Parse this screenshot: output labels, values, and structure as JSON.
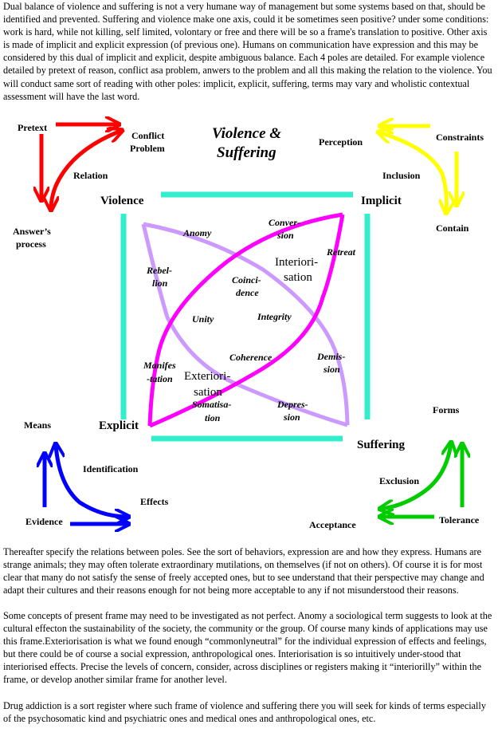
{
  "text": {
    "intro": "Dual balance of violence and suffering is not a very humane way of management but some systems based on that, should be identified and prevented. Suffering and violence make one axis, could it be sometimes seen positive? under some conditions: work is hard, while not killing, self limited, volontary or free and there will be so a frame's translation to positive. Other axis is made of implicit and explicit expression (of previous one). Humans on communication have expression and this may be considered by this dual of implicit and explicit, despite ambiguous balance. Each 4 poles are detailed. For example violence detailed by pretext of reason, conflict asa problem, anwers to the problem and all this making the relation to the violence. You will conduct same sort of reading with other poles: implicit, explicit, suffering, terms may vary and wholistic contextual assessment will have the last word.",
    "p2": "Thereafter specify the relations between poles. See the sort of behaviors, expression are and how they express. Humans are strange animals; they may often tolerate extraordinary mutilations, on themselves (if not on others). Of course it is for most clear that many do not satisfy the sense of freely accepted ones, but to see understand that their  perspective may change and adapt their cultures and their reasons enough for not being more acceptable to any if not misunderstood their reasons.",
    "p3": "Some concepts of present frame may need to be investigated as not perfect. Anomy a sociological term suggests to look at the cultural effecton the sustainability of the society, the community or the group. Of course many kinds of applications may use this frame.Exteriorisation is what we found enough “commonlyneutral” for the individual expression of effects and feelings, but there could be of course a social expression, anthropological ones. Interiorisation is so intuitively under-stood that interiorised effects. Precise the levels of concern, consider, across disciplines or registers making it “interiorilly” within the frame, or develop another similar frame for another level.",
    "p4": "Drug addiction is a sort register where such frame of violence and suffering there you will seek for kinds of terms especially of the psychosomatic kind and psychiatric ones and medical ones and anthropological ones, etc."
  },
  "diagram": {
    "title_line1": "Violence &",
    "title_line2": "Suffering",
    "poles": {
      "violence": "Violence",
      "implicit": "Implicit",
      "explicit": "Explicit",
      "suffering": "Suffering"
    },
    "violence_corner": {
      "pretext": "Pretext",
      "conflict_line1": "Conflict",
      "conflict_line2": "Problem",
      "relation": "Relation",
      "answer_line1": "Answer’s",
      "answer_line2": "process"
    },
    "implicit_corner": {
      "perception": "Perception",
      "constraints": "Constraints",
      "inclusion": "Inclusion",
      "contain": "Contain"
    },
    "explicit_corner": {
      "means": "Means",
      "identification": "Identification",
      "effects": "Effects",
      "evidence": "Evidence"
    },
    "suffering_corner": {
      "forms": "Forms",
      "exclusion": "Exclusion",
      "acceptance": "Acceptance",
      "tolerance": "Tolerance"
    },
    "inner": {
      "conversion_line1": "Conver-",
      "conversion_line2": "sion",
      "anomy": "Anomy",
      "interiorisation_line1": "Interiori-",
      "interiorisation_line2": "sation",
      "retreat": "Retreat",
      "rebellion_line1": "Rebel-",
      "rebellion_line2": "lion",
      "coincidence_line1": "Coinci-",
      "coincidence_line2": "dence",
      "unity": "Unity",
      "integrity": "Integrity",
      "coherence": "Coherence",
      "demission_line1": "Demis-",
      "demission_line2": "sion",
      "manifestation_line1": "Manifes",
      "manifestation_line2": "-tation",
      "exteriorisation_line1": "Exteriori-",
      "exteriorisation_line2": "sation",
      "somatisation_line1": "Somatisa-",
      "somatisation_line2": "tion",
      "depression_line1": "Depres-",
      "depression_line2": "sion"
    },
    "colors": {
      "violence_arrows": "#ff0000",
      "implicit_arrows": "#ffff00",
      "explicit_arrows": "#0000ff",
      "suffering_arrows": "#00cc00",
      "frame": "#33eecc",
      "magenta_curve": "#ff00ff",
      "lavender_curve": "#cc99ff"
    }
  }
}
